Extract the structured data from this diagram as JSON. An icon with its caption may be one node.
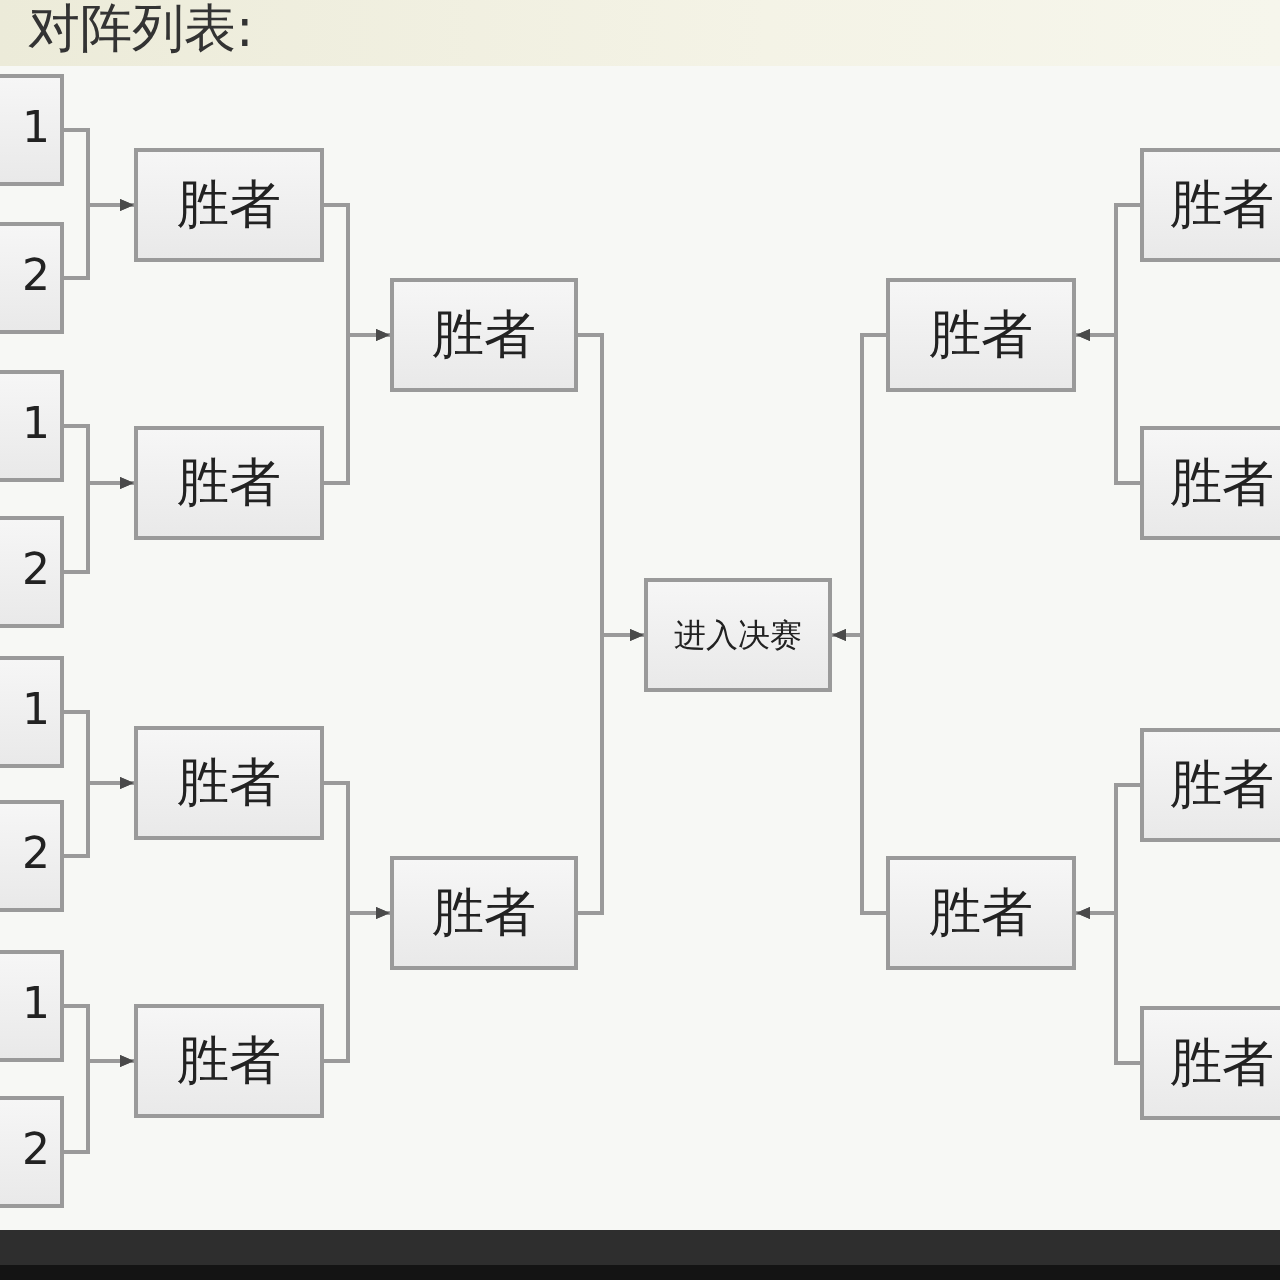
{
  "diagram": {
    "title": "对阵列表:",
    "nodes": [
      {
        "text": [
          "1"
        ]
      },
      {
        "text": [
          "2"
        ]
      },
      {
        "text": [
          "1"
        ]
      },
      {
        "text": [
          "2"
        ]
      },
      {
        "text": [
          "1"
        ]
      },
      {
        "text": [
          "2"
        ]
      },
      {
        "text": [
          "1"
        ]
      },
      {
        "text": [
          "2"
        ]
      },
      {
        "text": [
          "胜者"
        ]
      },
      {
        "text": [
          "胜者"
        ]
      },
      {
        "text": [
          "胜者"
        ]
      },
      {
        "text": [
          "胜者"
        ]
      },
      {
        "text": [
          "胜者"
        ]
      },
      {
        "text": [
          "胜者"
        ]
      },
      {
        "text": [
          "进入决赛"
        ]
      },
      {
        "text": [
          "胜者"
        ]
      },
      {
        "text": [
          "胜者"
        ]
      },
      {
        "text": [
          "胜者"
        ]
      },
      {
        "text": [
          "胜者"
        ]
      },
      {
        "text": [
          "胜者"
        ]
      },
      {
        "text": [
          "胜者"
        ]
      },
      {
        "text": [],
        "shape": "bar"
      }
    ],
    "edges": [
      {
        "from": 0,
        "to": 8,
        "arrow": "to"
      },
      {
        "from": 1,
        "to": 8,
        "arrow": "to"
      },
      {
        "from": 2,
        "to": 9,
        "arrow": "to"
      },
      {
        "from": 3,
        "to": 9,
        "arrow": "to"
      },
      {
        "from": 4,
        "to": 10,
        "arrow": "to"
      },
      {
        "from": 5,
        "to": 10,
        "arrow": "to"
      },
      {
        "from": 6,
        "to": 11,
        "arrow": "to"
      },
      {
        "from": 7,
        "to": 11,
        "arrow": "to"
      },
      {
        "from": 8,
        "to": 12,
        "arrow": "to"
      },
      {
        "from": 9,
        "to": 12,
        "arrow": "to"
      },
      {
        "from": 10,
        "to": 13,
        "arrow": "to"
      },
      {
        "from": 11,
        "to": 13,
        "arrow": "to"
      },
      {
        "from": 12,
        "to": 14,
        "arrow": "to"
      },
      {
        "from": 13,
        "to": 14,
        "arrow": "to"
      },
      {
        "from": 15,
        "to": 14,
        "arrow": "to"
      },
      {
        "from": 16,
        "to": 14,
        "arrow": "to"
      },
      {
        "from": 17,
        "to": 15,
        "arrow": "to"
      },
      {
        "from": 18,
        "to": 15,
        "arrow": "to"
      },
      {
        "from": 19,
        "to": 16,
        "arrow": "to"
      },
      {
        "from": 20,
        "to": 16,
        "arrow": "to"
      }
    ]
  }
}
